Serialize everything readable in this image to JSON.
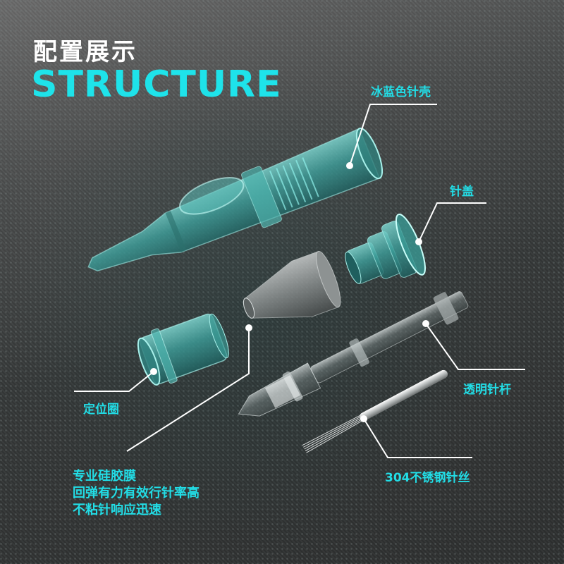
{
  "header": {
    "title_cn": "配置展示",
    "title_en": "STRUCTURE"
  },
  "components": [
    {
      "id": "shell",
      "label": "冰蓝色针壳"
    },
    {
      "id": "cap",
      "label": "针盖"
    },
    {
      "id": "rod",
      "label": "透明针杆"
    },
    {
      "id": "ring",
      "label": "定位圈"
    },
    {
      "id": "needle",
      "label": "304不锈钢针丝"
    }
  ],
  "membrane": {
    "lines": [
      "专业硅胶膜",
      "回弹有力有效行针率高",
      "不粘针响应迅速"
    ]
  },
  "colors": {
    "accent": "#1ee3ea",
    "teal_part": "#3fa8a4",
    "leader": "#ffffff",
    "background": "#3a3c3c"
  }
}
